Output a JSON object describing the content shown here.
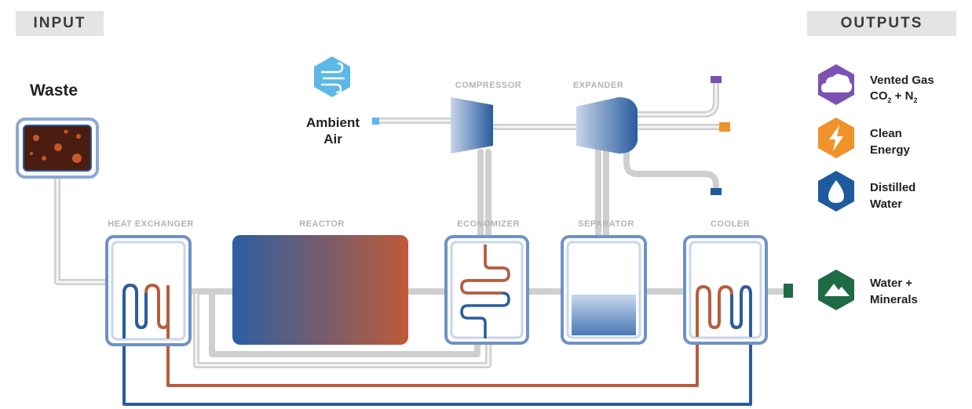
{
  "header": {
    "input_label": "INPUT",
    "outputs_label": "OUTPUTS"
  },
  "input": {
    "waste_label": "Waste",
    "ambient_air_line1": "Ambient",
    "ambient_air_line2": "Air"
  },
  "units": {
    "compressor": "COMPRESSOR",
    "expander": "EXPANDER",
    "heat_exchanger": "HEAT EXCHANGER",
    "reactor": "REACTOR",
    "economizer": "ECONOMIZER",
    "separator": "SEPARATOR",
    "cooler": "COOLER"
  },
  "outputs": [
    {
      "line1": "Vented Gas",
      "line2_parts": [
        "CO",
        "2",
        " + N",
        "2"
      ],
      "color": "#7b52b3",
      "icon": "cloud-icon"
    },
    {
      "line1": "Clean",
      "line2": "Energy",
      "color": "#f0932b",
      "icon": "lightning-bolt-icon"
    },
    {
      "line1": "Distilled",
      "line2": "Water",
      "color": "#1f5a9e",
      "icon": "water-drop-icon"
    },
    {
      "line1": "Water +",
      "line2": "Minerals",
      "color": "#1f6b45",
      "icon": "mountain-icon"
    }
  ],
  "colors": {
    "blue": "#2a5c9e",
    "copper": "#b85c3c",
    "pipe_grey": "#d8d8d8",
    "frame_blue": "#6f92c6",
    "air_blue": "#5bb8e8"
  }
}
